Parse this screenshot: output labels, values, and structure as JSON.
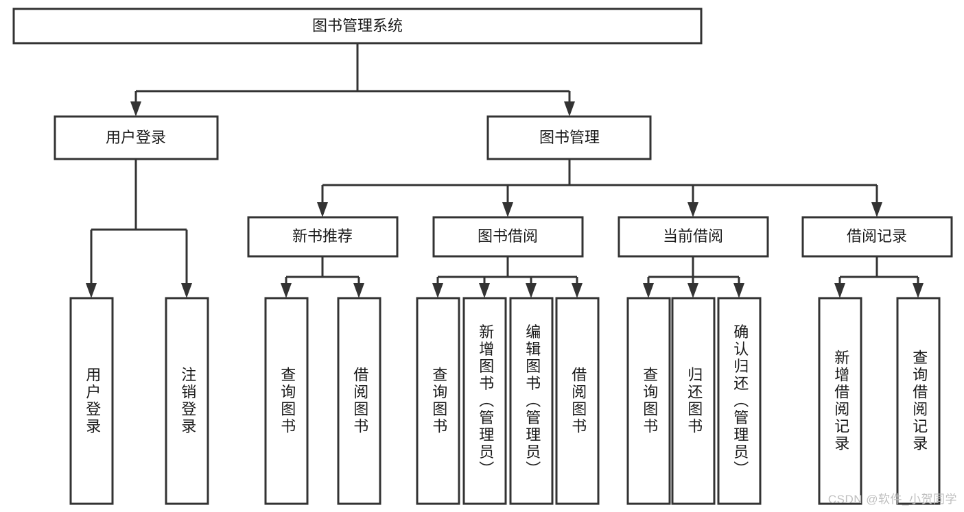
{
  "diagram": {
    "type": "tree-hierarchy",
    "title": "图书管理系统",
    "orientation": "top-down",
    "colors": {
      "box_fill": "#ffffff",
      "box_stroke": "#333333",
      "text": "#1a1a1a",
      "background": "#ffffff",
      "watermark": "#bfbfbf"
    },
    "root": {
      "label": "图书管理系统"
    },
    "level2": [
      {
        "label": "用户登录"
      },
      {
        "label": "图书管理"
      }
    ],
    "level3": [
      {
        "label": "新书推荐"
      },
      {
        "label": "图书借阅"
      },
      {
        "label": "当前借阅"
      },
      {
        "label": "借阅记录"
      }
    ],
    "leaves": {
      "user_login": [
        {
          "label": "用户登录"
        },
        {
          "label": "注销登录"
        }
      ],
      "new_book_recommend": [
        {
          "label": "查询图书"
        },
        {
          "label": "借阅图书"
        }
      ],
      "book_borrow": [
        {
          "label": "查询图书"
        },
        {
          "label": "新增图书（管理员）"
        },
        {
          "label": "编辑图书（管理员）"
        },
        {
          "label": "借阅图书"
        }
      ],
      "current_borrow": [
        {
          "label": "查询图书"
        },
        {
          "label": "归还图书"
        },
        {
          "label": "确认归还（管理员）"
        }
      ],
      "borrow_record": [
        {
          "label": "新增借阅记录"
        },
        {
          "label": "查询借阅记录"
        }
      ]
    }
  },
  "watermark": {
    "text": "CSDN @软件_小贺同学"
  }
}
